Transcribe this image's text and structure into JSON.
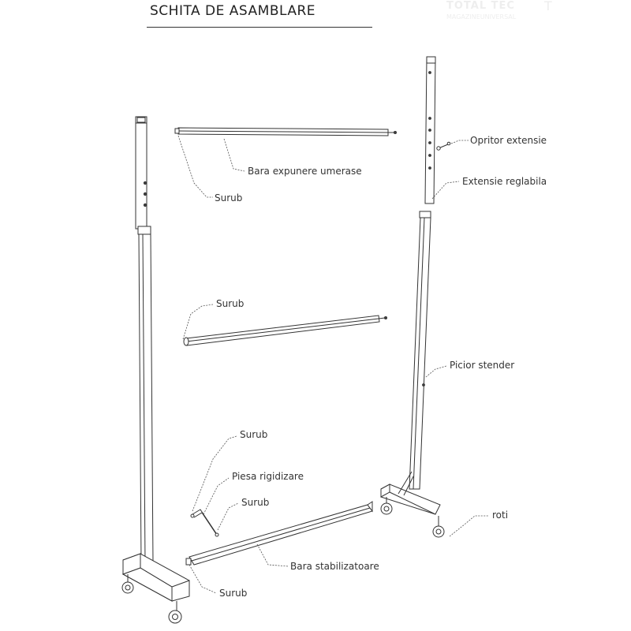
{
  "title": "SCHITA DE ASAMBLARE",
  "watermark": {
    "line1": "TOTAL TEC",
    "line2": "MAGAZINEUNIVERSAL",
    "mark": "T"
  },
  "labels": {
    "bara_expunere": "Bara expunere umerase",
    "surub_top": "Surub",
    "opritor": "Opritor extensie",
    "extensie": "Extensie reglabila",
    "surub_mid": "Surub",
    "picior": "Picior stender",
    "surub_low1": "Surub",
    "piesa": "Piesa rigidizare",
    "surub_low2": "Surub",
    "roti": "roti",
    "bara_stab": "Bara stabilizatoare",
    "surub_bottom": "Surub"
  },
  "colors": {
    "stroke": "#333333",
    "leader": "#555555",
    "text": "#333333"
  }
}
